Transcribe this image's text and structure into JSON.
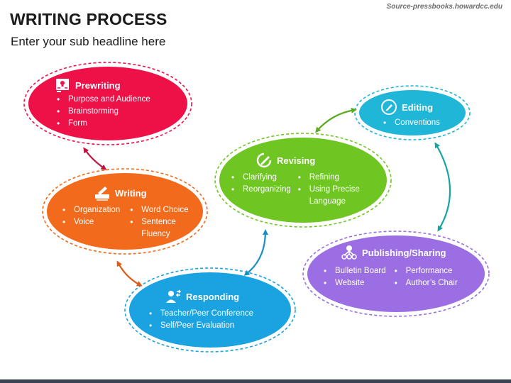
{
  "header": {
    "title": "WRITING PROCESS",
    "subtitle": "Enter your sub headline here",
    "source": "Source-pressbooks.howardcc.edu"
  },
  "colors": {
    "prewriting": "#ee1148",
    "writing": "#f26a1b",
    "responding": "#1aa3e0",
    "revising": "#6fc623",
    "editing": "#1fb6d8",
    "publishing": "#9b6fe3",
    "arrow_prewriting_writing": "#c0143f",
    "arrow_writing_responding": "#e05a13",
    "arrow_responding_revising": "#1a8fc4",
    "arrow_revising_editing": "#5aaa1e",
    "arrow_editing_publishing": "#1aa3a3"
  },
  "nodes": {
    "prewriting": {
      "title": "Prewriting",
      "icon": "idea-board-icon",
      "items": [
        "Purpose and Audience",
        "Brainstorming",
        "Form"
      ]
    },
    "writing": {
      "title": "Writing",
      "icon": "hand-writing-icon",
      "col1": [
        "Organization",
        "Voice"
      ],
      "col2": [
        "Word Choice",
        "Sentence Fluency"
      ]
    },
    "responding": {
      "title": "Responding",
      "icon": "person-exchange-icon",
      "items": [
        "Teacher/Peer Conference",
        "Self/Peer Evaluation"
      ]
    },
    "revising": {
      "title": "Revising",
      "icon": "refresh-pencil-icon",
      "col1": [
        "Clarifying",
        "Reorganizing"
      ],
      "col2": [
        "Refining",
        "Using Precise Language"
      ]
    },
    "editing": {
      "title": "Editing",
      "icon": "pencil-circle-icon",
      "items": [
        "Conventions"
      ]
    },
    "publishing": {
      "title": "Publishing/Sharing",
      "icon": "share-network-icon",
      "col1": [
        "Bulletin Board",
        "Website"
      ],
      "col2": [
        "Performance",
        "Author’s Chair"
      ]
    }
  }
}
